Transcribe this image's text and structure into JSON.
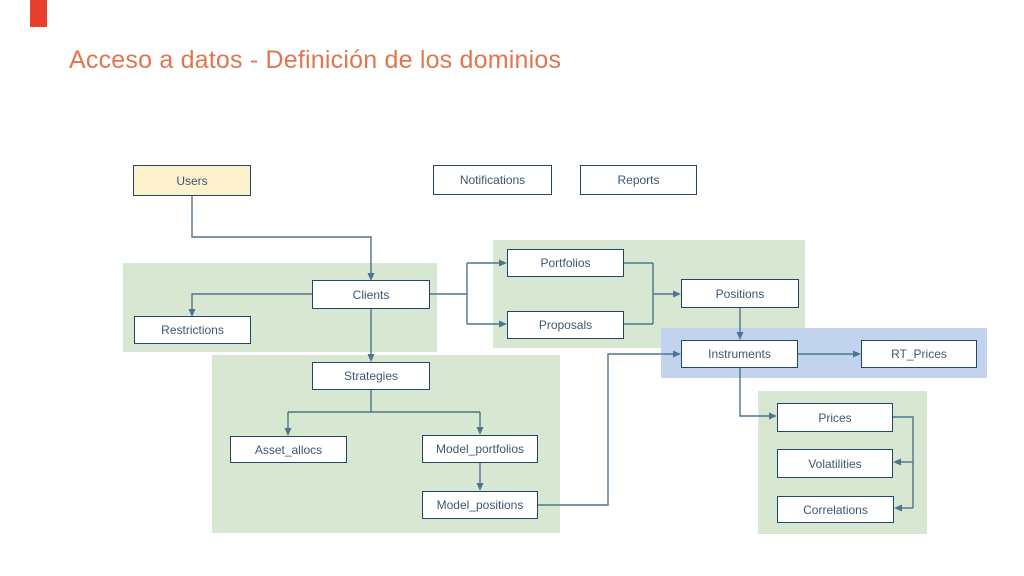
{
  "slide": {
    "title": "Acceso a datos - Definición de los dominios"
  },
  "colors": {
    "background": "#ffffff",
    "accent_red": "#e8402a",
    "title_orange": "#e0764f",
    "group_green": "#d8e7d2",
    "group_blue": "#c2d3ee",
    "node_border": "#234666",
    "node_fill": "#ffffff",
    "users_fill": "#fdf0cc",
    "node_text": "#3b5871",
    "connector": "#4f7490"
  },
  "diagram": {
    "nodes": {
      "users": {
        "label": "Users"
      },
      "notifications": {
        "label": "Notifications"
      },
      "reports": {
        "label": "Reports"
      },
      "clients": {
        "label": "Clients"
      },
      "restrictions": {
        "label": "Restrictions"
      },
      "portfolios": {
        "label": "Portfolios"
      },
      "proposals": {
        "label": "Proposals"
      },
      "positions": {
        "label": "Positions"
      },
      "strategies": {
        "label": "Strategies"
      },
      "asset_allocs": {
        "label": "Asset_allocs"
      },
      "model_portfolios": {
        "label": "Model_portfolios"
      },
      "model_positions": {
        "label": "Model_positions"
      },
      "instruments": {
        "label": "Instruments"
      },
      "rt_prices": {
        "label": "RT_Prices"
      },
      "prices": {
        "label": "Prices"
      },
      "volatilities": {
        "label": "Volatilities"
      },
      "correlations": {
        "label": "Correlations"
      }
    },
    "groups": [
      {
        "style": "green",
        "members": [
          "clients",
          "restrictions"
        ]
      },
      {
        "style": "green",
        "members": [
          "portfolios",
          "proposals",
          "positions"
        ]
      },
      {
        "style": "green",
        "members": [
          "strategies",
          "asset_allocs",
          "model_portfolios",
          "model_positions"
        ]
      },
      {
        "style": "blue",
        "members": [
          "instruments",
          "rt_prices"
        ]
      },
      {
        "style": "green",
        "members": [
          "prices",
          "volatilities",
          "correlations"
        ]
      }
    ],
    "edges": [
      {
        "from": "users",
        "to": "clients"
      },
      {
        "from": "clients",
        "to": "restrictions"
      },
      {
        "from": "clients",
        "to": "portfolios"
      },
      {
        "from": "clients",
        "to": "proposals"
      },
      {
        "from": "clients",
        "to": "strategies"
      },
      {
        "from": "portfolios",
        "to": "positions"
      },
      {
        "from": "proposals",
        "to": "positions"
      },
      {
        "from": "positions",
        "to": "instruments"
      },
      {
        "from": "instruments",
        "to": "rt_prices"
      },
      {
        "from": "instruments",
        "to": "prices"
      },
      {
        "from": "model_positions",
        "to": "instruments"
      },
      {
        "from": "strategies",
        "to": "asset_allocs"
      },
      {
        "from": "strategies",
        "to": "model_portfolios"
      },
      {
        "from": "model_portfolios",
        "to": "model_positions"
      },
      {
        "from": "prices",
        "to": "volatilities"
      },
      {
        "from": "prices",
        "to": "correlations"
      }
    ]
  }
}
